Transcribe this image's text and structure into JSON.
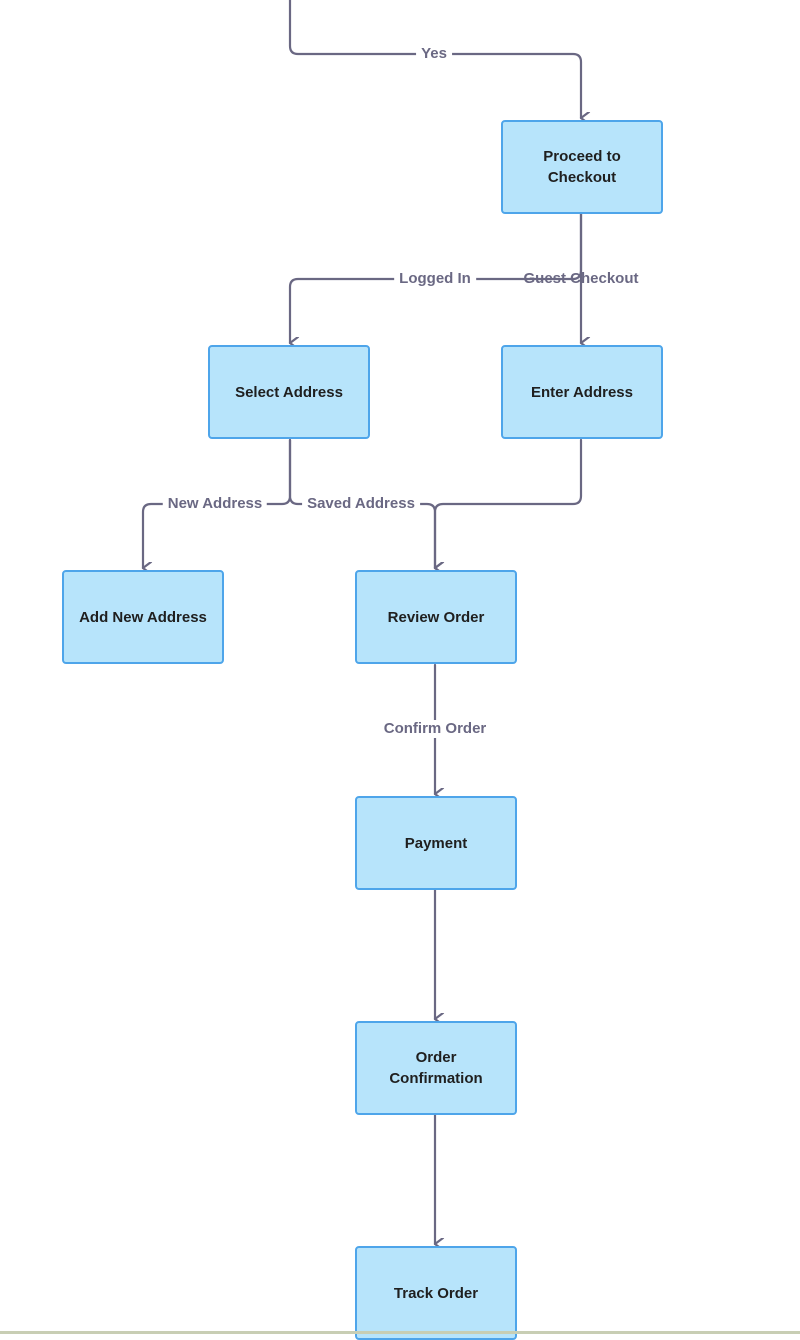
{
  "nodes": {
    "proceed_to_checkout": "Proceed to Checkout",
    "select_address": "Select Address",
    "enter_address": "Enter Address",
    "add_new_address": "Add New Address",
    "review_order": "Review Order",
    "payment": "Payment",
    "order_confirmation": "Order Confirmation",
    "track_order": "Track Order"
  },
  "edge_labels": {
    "yes": "Yes",
    "logged_in": "Logged In",
    "guest_checkout": "Guest Checkout",
    "new_address": "New Address",
    "saved_address": "Saved Address",
    "confirm_order": "Confirm Order"
  },
  "colors": {
    "node_fill": "#b7e4fb",
    "node_border": "#4ea5ea",
    "edge": "#6a6883",
    "text": "#1f1f1f"
  }
}
